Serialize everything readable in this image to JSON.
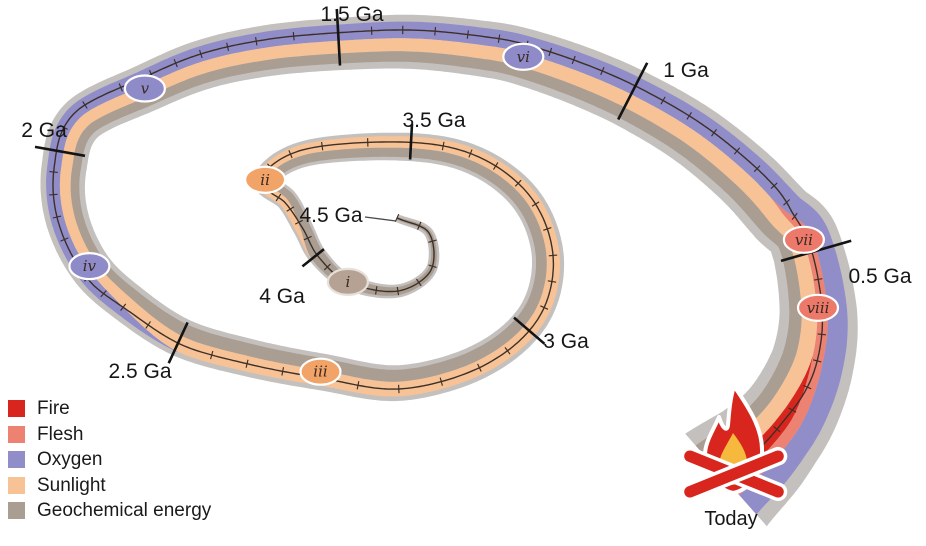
{
  "figure": {
    "type": "spiral-timeline",
    "time_unit": "Ga"
  },
  "legend": {
    "items": [
      {
        "label": "Fire",
        "color": "#d8261e"
      },
      {
        "label": "Flesh",
        "color": "#ee8272"
      },
      {
        "label": "Oxygen",
        "color": "#918dc8"
      },
      {
        "label": "Sunlight",
        "color": "#f7c396"
      },
      {
        "label": "Geochemical energy",
        "color": "#aa9d92"
      }
    ]
  },
  "timeline": {
    "labels": [
      {
        "text": "4.5 Ga",
        "time_Ga": 4.5
      },
      {
        "text": "4 Ga",
        "time_Ga": 4.0
      },
      {
        "text": "3.5 Ga",
        "time_Ga": 3.5
      },
      {
        "text": "3 Ga",
        "time_Ga": 3.0
      },
      {
        "text": "2.5 Ga",
        "time_Ga": 2.5
      },
      {
        "text": "2 Ga",
        "time_Ga": 2.0
      },
      {
        "text": "1.5 Ga",
        "time_Ga": 1.5
      },
      {
        "text": "1 Ga",
        "time_Ga": 1.0
      },
      {
        "text": "0.5 Ga",
        "time_Ga": 0.5
      },
      {
        "text": "Today",
        "time_Ga": 0
      }
    ],
    "markers": [
      {
        "label": "i",
        "time_Ga": 4.13,
        "band": "geochemical",
        "color": "#b6a294",
        "stroke": "#e7e0d8"
      },
      {
        "label": "ii",
        "time_Ga": 3.74,
        "band": "sunlight",
        "color": "#f1a368",
        "stroke": "#ffffff"
      },
      {
        "label": "iii",
        "time_Ga": 2.7,
        "band": "sunlight",
        "color": "#f1a368",
        "stroke": "#ffffff"
      },
      {
        "label": "iv",
        "time_Ga": 2.28,
        "band": "oxygen",
        "color": "#8f8bc8",
        "stroke": "#ffffff"
      },
      {
        "label": "v",
        "time_Ga": 1.82,
        "band": "oxygen",
        "color": "#8f8bc8",
        "stroke": "#ffffff"
      },
      {
        "label": "vi",
        "time_Ga": 1.2,
        "band": "oxygen",
        "color": "#8f8bc8",
        "stroke": "#ffffff"
      },
      {
        "label": "vii",
        "time_Ga": 0.53,
        "band": "flesh",
        "color": "#ed796a",
        "stroke": "#ffffff"
      },
      {
        "label": "viii",
        "time_Ga": 0.4,
        "band": "flesh",
        "color": "#ed796a",
        "stroke": "#ffffff"
      }
    ],
    "bands": [
      {
        "name": "oxygen",
        "color": "#918dc8",
        "weight": 1.6,
        "appear_start_Ga": 2.52,
        "appear_full_Ga": 2.3
      },
      {
        "name": "flesh",
        "color": "#ee8272",
        "weight": 0.85,
        "appear_start_Ga": 0.7,
        "appear_full_Ga": 0.54
      },
      {
        "name": "fire",
        "color": "#d8261e",
        "weight": 1.0,
        "appear_start_Ga": 0.32,
        "appear_full_Ga": 0.16
      },
      {
        "name": "sunlight",
        "color": "#f7c396",
        "weight": 1.25,
        "appear_start_Ga": 4.02,
        "appear_full_Ga": 3.78
      },
      {
        "name": "geochemical",
        "color": "#aa9d92",
        "weight": 1.0,
        "appear_start_Ga": 4.5,
        "appear_full_Ga": 4.5
      }
    ]
  }
}
